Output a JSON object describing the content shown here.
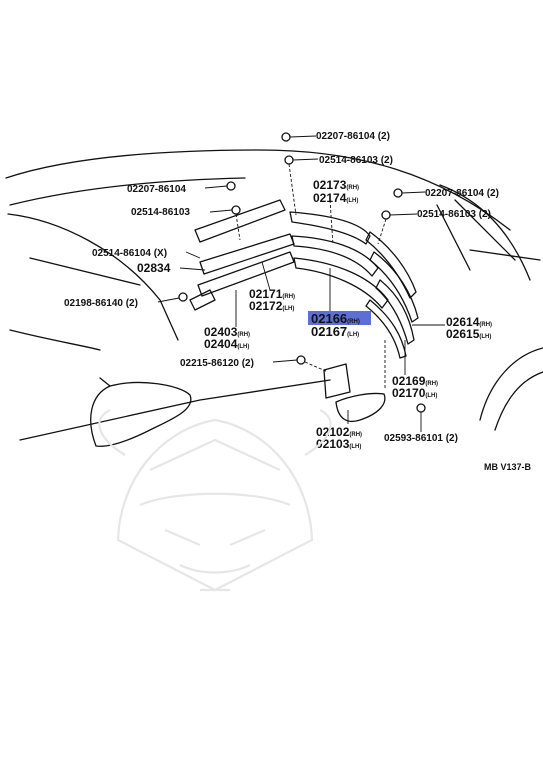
{
  "diagram_code": "MB V137-B",
  "watermark_icon": "samurai-helmet-watermark-icon",
  "highlight_color": "#5b6fd6",
  "labels": {
    "l1": "02207-86104 (2)",
    "l2": "02514-86103 (2)",
    "l3": "02207-86104",
    "l4": "02173",
    "l4s": "(RH)",
    "l5": "02174",
    "l5s": "(LH)",
    "l6": "02207-86104 (2)",
    "l7": "02514-86103",
    "l8": "02514-86103 (2)",
    "l9": "02514-86104 (X)",
    "l10": "02834",
    "l11": "02198-86140 (2)",
    "l12": "02171",
    "l12s": "(RH)",
    "l13": "02172",
    "l13s": "(LH)",
    "l14": "02166",
    "l14s": "(RH)",
    "l15": "02167",
    "l15s": "(LH)",
    "l16": "02614",
    "l16s": "(RH)",
    "l17": "02615",
    "l17s": "(LH)",
    "l18": "02403",
    "l18s": "(RH)",
    "l19": "02404",
    "l19s": "(LH)",
    "l20": "02215-86120 (2)",
    "l21": "02169",
    "l21s": "(RH)",
    "l22": "02170",
    "l22s": "(LH)",
    "l23": "02102",
    "l23s": "(RH)",
    "l24": "02103",
    "l24s": "(LH)",
    "l25": "02593-86101 (2)"
  }
}
